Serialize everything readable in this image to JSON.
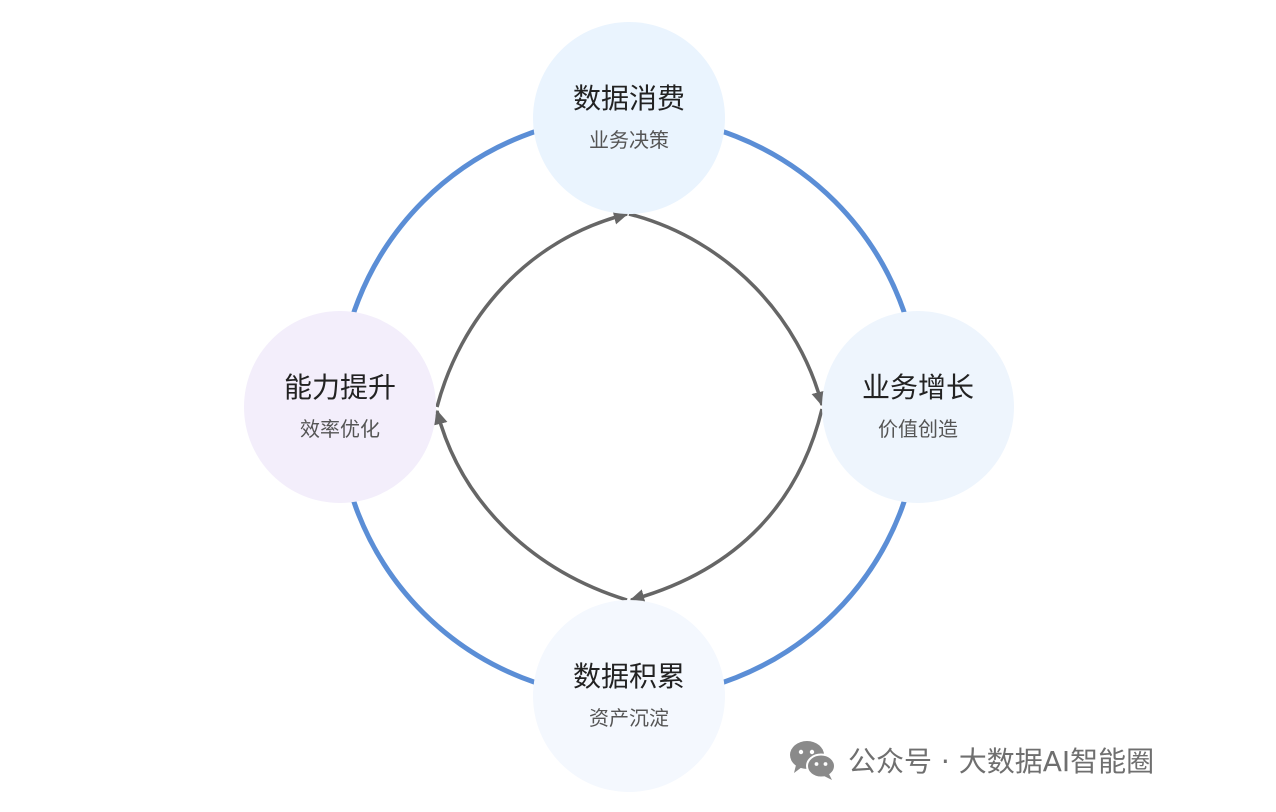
{
  "nodes": {
    "top": {
      "title": "数据消费",
      "subtitle": "业务决策",
      "fill": "#EAF4FE"
    },
    "right": {
      "title": "业务增长",
      "subtitle": "价值创造",
      "fill": "#EEF5FD"
    },
    "bottom": {
      "title": "数据积累",
      "subtitle": "资产沉淀",
      "fill": "#F4F8FE"
    },
    "left": {
      "title": "能力提升",
      "subtitle": "效率优化",
      "fill": "#F3EEFB"
    }
  },
  "colors": {
    "outer_ring": "#5B8ED6",
    "inner_arrows": "#666666"
  },
  "watermark": {
    "text": "公众号 · 大数据AI智能圈",
    "icon": "wechat-icon"
  }
}
